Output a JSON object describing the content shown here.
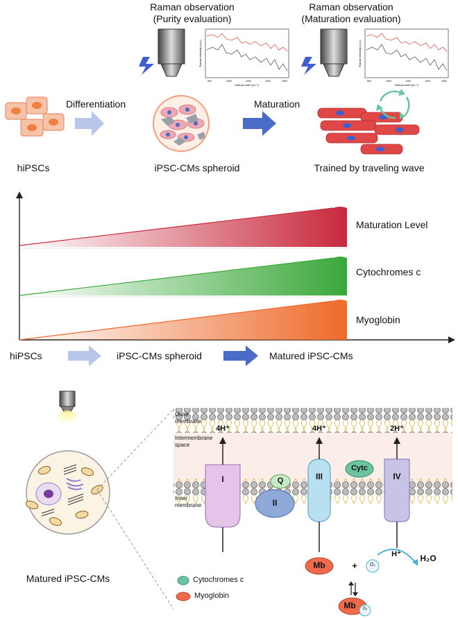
{
  "top": {
    "raman1": {
      "line1": "Raman observation",
      "line2": "(Purity evaluation)"
    },
    "raman2": {
      "line1": "Raman observation",
      "line2": "(Maturation evaluation)"
    },
    "spectrum": {
      "ylabel": "Raman intensity (a.u.)",
      "xlabel": "Raman shift (cm⁻¹)",
      "ticks": [
        "800",
        "1000",
        "1200",
        "1400",
        "1600"
      ]
    },
    "step1": "Differentiation",
    "step2": "Maturation",
    "stage1": "hiPSCs",
    "stage2": "iPSC-CMs spheroid",
    "stage3": "Trained by traveling wave"
  },
  "middle": {
    "labels": [
      "Maturation Level",
      "Cytochromes c",
      "Myoglobin"
    ],
    "axis": [
      "hiPSCs",
      "iPSC-CMs spheroid",
      "Matured iPSC-CMs"
    ],
    "colors": {
      "maturation": "#c8283c",
      "cytochrome": "#3aa83a",
      "myoglobin": "#ee6a2a",
      "arrow_light": "#b8c6ea",
      "arrow_dark": "#4a6bc6"
    }
  },
  "bottom": {
    "cell_label": "Matured iPSC-CMs",
    "outer_membrane": [
      "Outer",
      "membrane"
    ],
    "intermembrane": [
      "Intermembrane",
      "space"
    ],
    "inner_membrane": [
      "Inner",
      "membrane"
    ],
    "complexes": [
      "I",
      "II",
      "Q",
      "III",
      "Cytc",
      "IV"
    ],
    "protons": [
      "4H⁺",
      "4H⁺",
      "2H⁺"
    ],
    "h_plus": "H⁺",
    "water": "H₂O",
    "mb": "Mb",
    "o2": "O₂",
    "plus": "+",
    "legend": [
      "Cytochromes c",
      "Myoglobin"
    ]
  }
}
